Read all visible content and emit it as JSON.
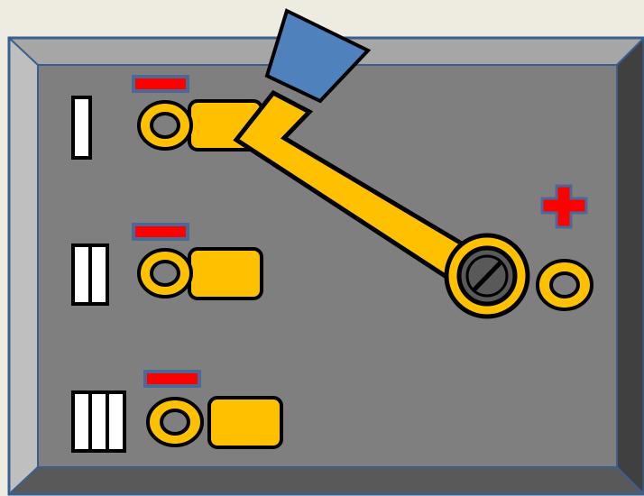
{
  "colors": {
    "page_background": "#eeece1",
    "bevel_top": "#a6a6a6",
    "bevel_left": "#bfbfbf",
    "bevel_right": "#404040",
    "bevel_bottom": "#595959",
    "panel_face": "#7f7f7f",
    "outline": "#3a5f8f",
    "metal": "#ffc000",
    "stroke": "#000000",
    "handle": "#4f81bd",
    "negative_sign": "#ff0000",
    "positive_sign": "#ff0000",
    "sign_border": "#4a6a96",
    "screw": "#595959"
  },
  "terminals": [
    {
      "id": "1",
      "label_icon": "roman-numeral-one",
      "polarity_icon": "minus-sign",
      "bars": 1
    },
    {
      "id": "2",
      "label_icon": "roman-numeral-two",
      "polarity_icon": "minus-sign",
      "bars": 2
    },
    {
      "id": "3",
      "label_icon": "roman-numeral-three",
      "polarity_icon": "minus-sign",
      "bars": 3
    }
  ],
  "common_terminal": {
    "polarity_icon": "plus-sign"
  },
  "switch_lever": {
    "icon": "lever-arm",
    "handle_icon": "lever-handle",
    "pivot_icon": "pivot-screw-icon",
    "connected_to": "1"
  }
}
